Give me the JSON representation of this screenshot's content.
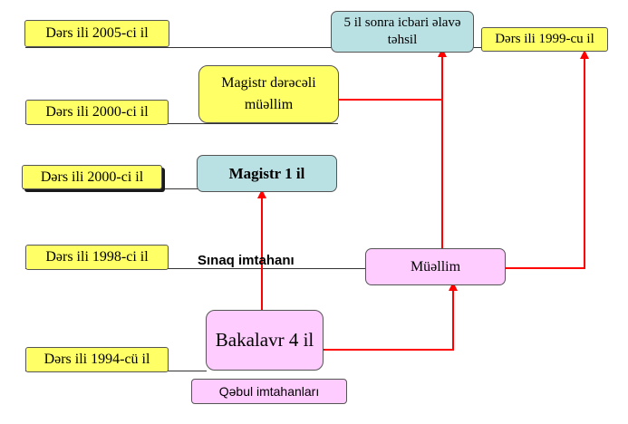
{
  "years": {
    "y2005": "Dərs ili 2005-ci il",
    "y2000a": "Dərs ili 2000-ci il",
    "y2000b": "Dərs ili 2000-ci il",
    "y1998": "Dərs ili 1998-ci il",
    "y1994": "Dərs ili 1994-cü il",
    "y1999": "Dərs ili 1999-cu il"
  },
  "nodes": {
    "additional_education": "5 il sonra icbari əlavə təhsil",
    "master_teacher": "Magistr dərəcəli müəllim",
    "master": "Magistr 1 il",
    "teacher": "Müəllim",
    "bachelor": "Bakalavr 4 il",
    "admission_exams": "Qəbul imtahanları"
  },
  "labels": {
    "trial_exam": "Sınaq imtahanı"
  },
  "colors": {
    "arrow": "#ff0000",
    "year_box": "#ffff66",
    "master_box": "#b9e0e3",
    "teacher_box": "#ffccff"
  }
}
